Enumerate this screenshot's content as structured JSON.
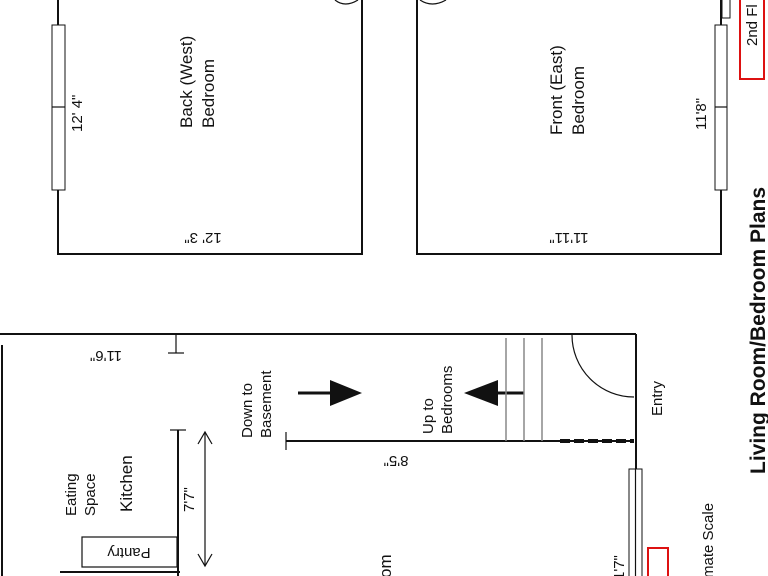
{
  "title": "Living Room/Bedroom Plans",
  "floor_tag": "2nd Fl",
  "rooms": {
    "back_bedroom": {
      "line1": "Back (West)",
      "line2": "Bedroom",
      "dim_width": "12' 3\"",
      "dim_side": "12' 4\""
    },
    "front_bedroom": {
      "line1": "Front (East)",
      "line2": "Bedroom",
      "dim_width": "11'11\"",
      "dim_side": "11'8\""
    },
    "kitchen": {
      "label": "Kitchen",
      "eating_1": "Eating",
      "eating_2": "Space",
      "pantry": "Pantry",
      "dim_width": "7'7\""
    },
    "first_floor": {
      "dim_top": "11'6\"",
      "dim_stair": "8'5\"",
      "down_1": "Down to",
      "down_2": "Basement",
      "up_1": "Up to",
      "up_2": "Bedrooms",
      "entry": "Entry",
      "living_fragment": "om",
      "bottom_dim_fragment": "1'7\"",
      "scale_fragment": "mate Scale"
    }
  }
}
